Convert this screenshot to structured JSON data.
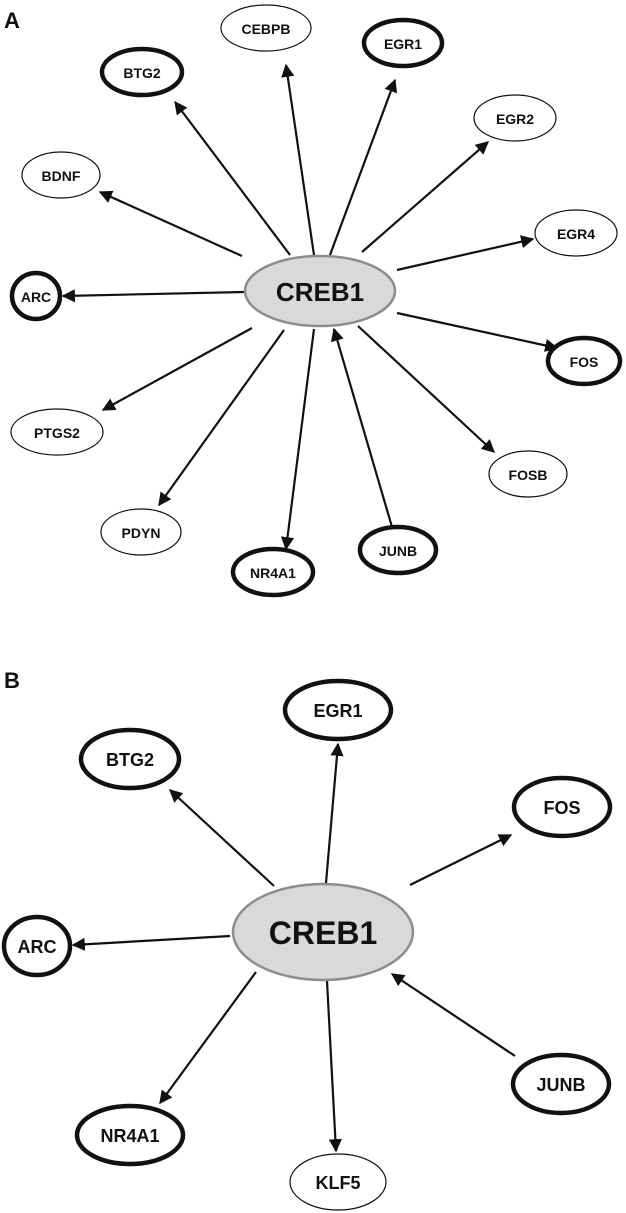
{
  "panels": [
    {
      "label": "A",
      "hub": "CREB1",
      "nodes": [
        {
          "id": "CEBPB",
          "label": "CEBPB",
          "emphasis": "normal"
        },
        {
          "id": "EGR1",
          "label": "EGR1",
          "emphasis": "bold"
        },
        {
          "id": "BTG2",
          "label": "BTG2",
          "emphasis": "bold"
        },
        {
          "id": "EGR2",
          "label": "EGR2",
          "emphasis": "normal"
        },
        {
          "id": "BDNF",
          "label": "BDNF",
          "emphasis": "normal"
        },
        {
          "id": "EGR4",
          "label": "EGR4",
          "emphasis": "normal"
        },
        {
          "id": "ARC",
          "label": "ARC",
          "emphasis": "bold"
        },
        {
          "id": "FOS",
          "label": "FOS",
          "emphasis": "bold"
        },
        {
          "id": "PTGS2",
          "label": "PTGS2",
          "emphasis": "normal"
        },
        {
          "id": "FOSB",
          "label": "FOSB",
          "emphasis": "normal"
        },
        {
          "id": "PDYN",
          "label": "PDYN",
          "emphasis": "normal"
        },
        {
          "id": "NR4A1",
          "label": "NR4A1",
          "emphasis": "bold"
        },
        {
          "id": "JUNB",
          "label": "JUNB",
          "emphasis": "bold"
        }
      ],
      "edges": [
        {
          "from": "CREB1",
          "to": "CEBPB"
        },
        {
          "from": "CREB1",
          "to": "EGR1"
        },
        {
          "from": "CREB1",
          "to": "BTG2"
        },
        {
          "from": "CREB1",
          "to": "EGR2"
        },
        {
          "from": "CREB1",
          "to": "BDNF"
        },
        {
          "from": "CREB1",
          "to": "EGR4"
        },
        {
          "from": "CREB1",
          "to": "ARC"
        },
        {
          "from": "CREB1",
          "to": "FOS"
        },
        {
          "from": "CREB1",
          "to": "PTGS2"
        },
        {
          "from": "CREB1",
          "to": "FOSB"
        },
        {
          "from": "CREB1",
          "to": "PDYN"
        },
        {
          "from": "CREB1",
          "to": "NR4A1"
        },
        {
          "from": "JUNB",
          "to": "CREB1"
        }
      ]
    },
    {
      "label": "B",
      "hub": "CREB1",
      "nodes": [
        {
          "id": "EGR1",
          "label": "EGR1",
          "emphasis": "bold"
        },
        {
          "id": "BTG2",
          "label": "BTG2",
          "emphasis": "bold"
        },
        {
          "id": "FOS",
          "label": "FOS",
          "emphasis": "bold"
        },
        {
          "id": "ARC",
          "label": "ARC",
          "emphasis": "bold"
        },
        {
          "id": "JUNB",
          "label": "JUNB",
          "emphasis": "bold"
        },
        {
          "id": "NR4A1",
          "label": "NR4A1",
          "emphasis": "bold"
        },
        {
          "id": "KLF5",
          "label": "KLF5",
          "emphasis": "normal"
        }
      ],
      "edges": [
        {
          "from": "CREB1",
          "to": "EGR1"
        },
        {
          "from": "CREB1",
          "to": "BTG2"
        },
        {
          "from": "CREB1",
          "to": "FOS"
        },
        {
          "from": "CREB1",
          "to": "ARC"
        },
        {
          "from": "CREB1",
          "to": "NR4A1"
        },
        {
          "from": "CREB1",
          "to": "KLF5"
        },
        {
          "from": "JUNB",
          "to": "CREB1"
        }
      ]
    }
  ]
}
